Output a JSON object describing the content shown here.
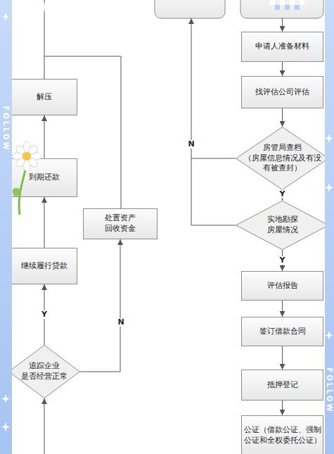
{
  "diagram": {
    "nodes": [
      {
        "text": [
          "解压"
        ]
      },
      {
        "text": [
          "到期还款"
        ]
      },
      {
        "text": [
          "继续履行贷款"
        ]
      },
      {
        "text": [
          "处置资产 回收资金"
        ]
      },
      {
        "text": [
          "追踪企业 是否经营正常"
        ]
      },
      {
        "text": [
          "申请人准备材料"
        ]
      },
      {
        "text": [
          "找评估公司评估"
        ]
      },
      {
        "text": [
          "房管局查档 （房屋信息情况及有没 有被查封）"
        ]
      },
      {
        "text": [
          "实地勘探 房屋情况"
        ]
      },
      {
        "text": [
          "评估报告"
        ]
      },
      {
        "text": [
          "签订借款合同"
        ]
      },
      {
        "text": [
          "抵押登记"
        ]
      },
      {
        "text": [
          "公证（借款公证、强制 公证和全权委托公证）"
        ]
      }
    ],
    "edges": [
      {
        "from": 4,
        "to": 2,
        "label": "Y",
        "arrow": "to"
      },
      {
        "from": 2,
        "to": 1,
        "arrow": "to"
      },
      {
        "from": 1,
        "to": 0,
        "arrow": "to"
      },
      {
        "from": 4,
        "to": 3,
        "label": "N",
        "arrow": "to"
      },
      {
        "from": 5,
        "to": 6,
        "arrow": "to"
      },
      {
        "from": 6,
        "to": 7,
        "arrow": "to"
      },
      {
        "from": 7,
        "to": 8,
        "label": "Y",
        "arrow": "to"
      },
      {
        "from": 8,
        "to": 9,
        "label": "Y",
        "arrow": "to"
      },
      {
        "from": 9,
        "to": 10,
        "arrow": "to"
      },
      {
        "from": 10,
        "to": 11,
        "arrow": "to"
      },
      {
        "from": 11,
        "to": 12,
        "arrow": "to"
      }
    ],
    "labels": [
      "N",
      "FOLLOW",
      "FOLLOW"
    ]
  }
}
